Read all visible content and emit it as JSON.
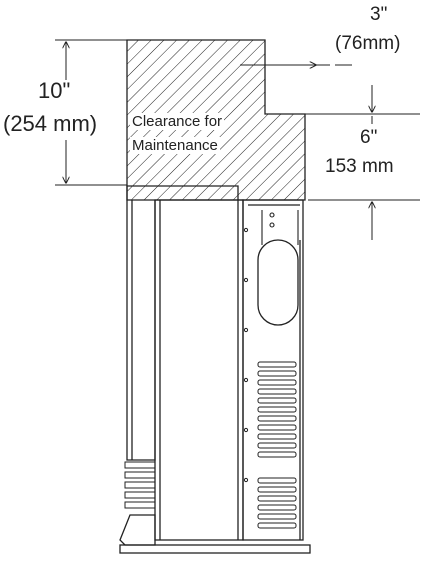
{
  "labels": {
    "height_total_in": "10\"",
    "height_total_mm": "(254 mm)",
    "side_step_in": "3\"",
    "side_step_mm": "(76mm)",
    "top_step_in": "6\"",
    "top_step_mm": "153 mm",
    "clearance_line1": "Clearance for",
    "clearance_line2": "Maintenance"
  },
  "colors": {
    "line": "#222222",
    "background": "#ffffff"
  }
}
